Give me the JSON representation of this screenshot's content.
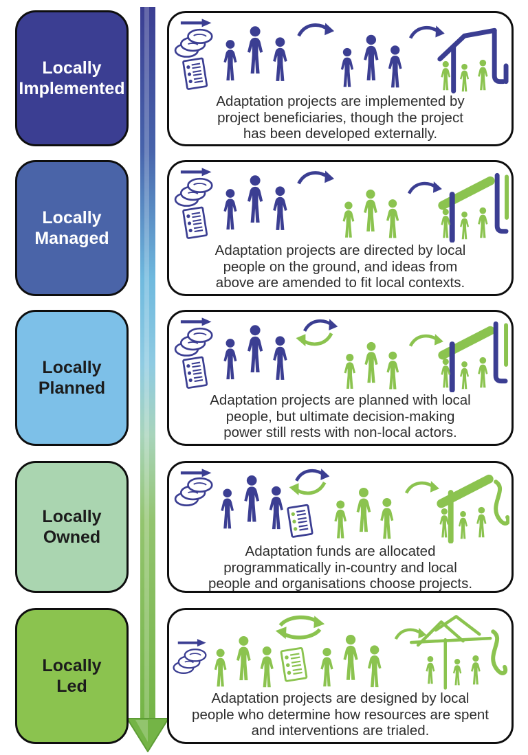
{
  "diagram": {
    "name": "locally-led-adaptation-spectrum",
    "colors": {
      "icon_blue": "#3b3e92",
      "icon_green": "#8bc34f",
      "panel_border": "#0e0e0e",
      "panel_bg": "#ffffff",
      "description_text": "#2d2d2d"
    },
    "arrow": {
      "name": "spectrum-arrow",
      "direction": "down",
      "gradient": [
        "#3b3e92",
        "#4a64a8",
        "#7dc0e8",
        "#aad5b0",
        "#8bc34f"
      ]
    },
    "stages": [
      {
        "label": "Locally\nImplemented",
        "label_bg": "#3b3e92",
        "label_text": "#ffffff",
        "description": "Adaptation projects are implemented by\nproject beneficiaries, though the project\nhas been developed externally.",
        "icons": [
          "funds-flow-arrow-icon",
          "coins-icon",
          "checklist-icon",
          "external-actors-group-icon",
          "transfer-arrow-icon",
          "intermediary-group-icon",
          "transfer-arrow-icon",
          "project-shelter-icon",
          "local-people-group-icon",
          "funding-pipe-icon"
        ]
      },
      {
        "label": "Locally\nManaged",
        "label_bg": "#4a64a8",
        "label_text": "#ffffff",
        "description": "Adaptation projects are directed by local\npeople on the ground, and ideas from\nabove are amended to fit local contexts.",
        "icons": [
          "funds-flow-arrow-icon",
          "coins-icon",
          "checklist-icon",
          "external-actors-group-icon",
          "transfer-arrow-icon",
          "local-people-group-icon",
          "transfer-arrow-icon",
          "project-shelter-icon",
          "local-people-group-icon",
          "funding-pipe-icon"
        ]
      },
      {
        "label": "Locally\nPlanned",
        "label_bg": "#7dc0e8",
        "label_text": "#1c1c1c",
        "description": "Adaptation projects are planned with local\npeople, but ultimate decision-making\npower still rests with non-local actors.",
        "icons": [
          "funds-flow-arrow-icon",
          "coins-icon",
          "checklist-icon",
          "external-actors-group-icon",
          "exchange-arrows-icon",
          "local-people-group-icon",
          "transfer-arrow-icon",
          "project-shelter-icon",
          "local-people-group-icon",
          "funding-pipe-icon"
        ]
      },
      {
        "label": "Locally\nOwned",
        "label_bg": "#aad5b0",
        "label_text": "#1c1c1c",
        "description": "Adaptation funds are allocated\nprogrammatically in-country and local\npeople and organisations choose projects.",
        "icons": [
          "funds-flow-arrow-icon",
          "coins-icon",
          "external-actors-group-icon",
          "exchange-arrows-icon",
          "checklist-icon",
          "local-people-group-icon",
          "transfer-arrow-icon",
          "project-shelter-icon",
          "local-people-group-icon",
          "rope-icon"
        ]
      },
      {
        "label": "Locally\nLed",
        "label_bg": "#8bc34f",
        "label_text": "#1c1c1c",
        "description": "Adaptation projects are designed by local\npeople who determine how resources are spent\nand interventions are trialed.",
        "icons": [
          "funds-flow-arrow-icon",
          "coins-icon",
          "local-people-group-icon",
          "cycle-arrows-icon",
          "checklist-icon",
          "local-people-group-icon",
          "transfer-arrow-icon",
          "house-sketch-icon",
          "local-people-group-icon",
          "rope-icon"
        ]
      }
    ]
  }
}
